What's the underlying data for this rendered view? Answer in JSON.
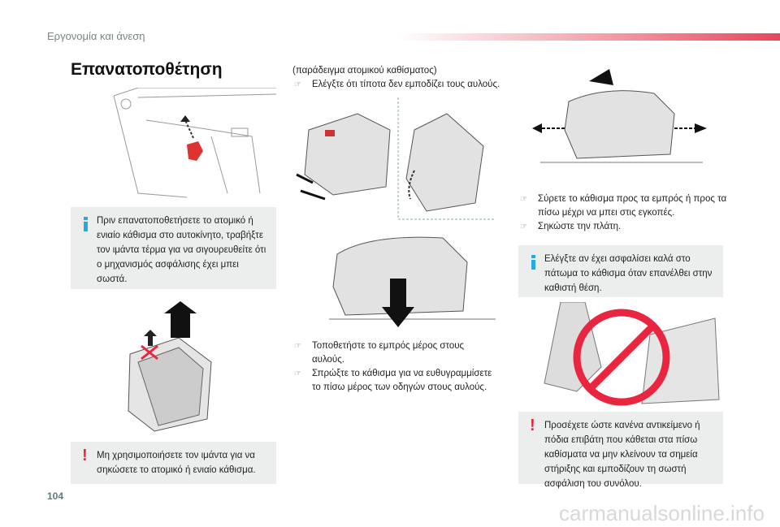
{
  "header": {
    "section": "Εργονομία και άνεση",
    "title": "Επανατοποθέτηση",
    "page_number": "104"
  },
  "left": {
    "info_box": "Πριν επανατοποθετήσετε το ατομικό ή ενιαίο κάθισμα στο αυτοκίνητο, τραβήξτε τον ιμάντα τέρμα για να σιγουρευθείτε ότι ο μηχανισμός ασφάλισης έχει μπει σωστά.",
    "warning_box": "Μη χρησιμοποιήσετε τον ιμάντα για να σηκώσετε το ατομικό ή ενιαίο κάθισμα."
  },
  "middle": {
    "caption": "(παράδειγμα ατομικού καθίσματος)",
    "bullets_top": [
      "Ελέγξτε ότι τίποτα δεν εμποδίζει τους αυλούς."
    ],
    "bullets_bottom": [
      "Τοποθετήστε το εμπρός μέρος στους αυλούς.",
      "Σπρώξτε το κάθισμα για να ευθυγραμμίσετε το πίσω μέρος των οδηγών στους αυλούς."
    ]
  },
  "right": {
    "bullets": [
      "Σύρετε το κάθισμα προς τα εμπρός ή προς τα πίσω μέχρι να μπει στις εγκοπές.",
      "Σηκώστε την πλάτη."
    ],
    "info_box": "Ελέγξτε αν έχει ασφαλίσει καλά στο πάτωμα το κάθισμα όταν επανέλθει στην καθιστή θέση.",
    "warning_box": "Προσέχετε ώστε κανένα αντικείμενο ή πόδια επιβάτη που κάθεται στα πίσω καθίσματα να μην κλείνουν τα σημεία στήριξης και εμποδίζουν τη σωστή ασφάλιση του συνόλου."
  },
  "watermark": "carmanualsonline.info",
  "colors": {
    "accent_red": "#e8263f",
    "info_blue": "#2aa7df",
    "box_bg": "#eceeee"
  }
}
